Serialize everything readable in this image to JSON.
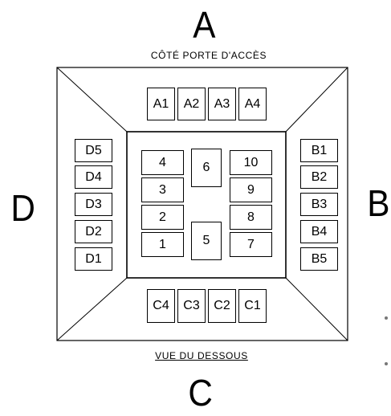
{
  "labels": {
    "side_a": "A",
    "side_b": "B",
    "side_c": "C",
    "side_d": "D",
    "top_caption": "CÔTÉ PORTE D'ACCÈS",
    "bottom_caption": "VUE DU DESSOUS"
  },
  "top_row": [
    "A1",
    "A2",
    "A3",
    "A4"
  ],
  "right_column": [
    "B1",
    "B2",
    "B3",
    "B4",
    "B5"
  ],
  "bottom_row": [
    "C4",
    "C3",
    "C2",
    "C1"
  ],
  "left_column": [
    "D5",
    "D4",
    "D3",
    "D2",
    "D1"
  ],
  "center": {
    "left_stack": [
      "4",
      "3",
      "2",
      "1"
    ],
    "middle_top": "6",
    "middle_bottom": "5",
    "right_stack": [
      "10",
      "9",
      "8",
      "7"
    ]
  }
}
